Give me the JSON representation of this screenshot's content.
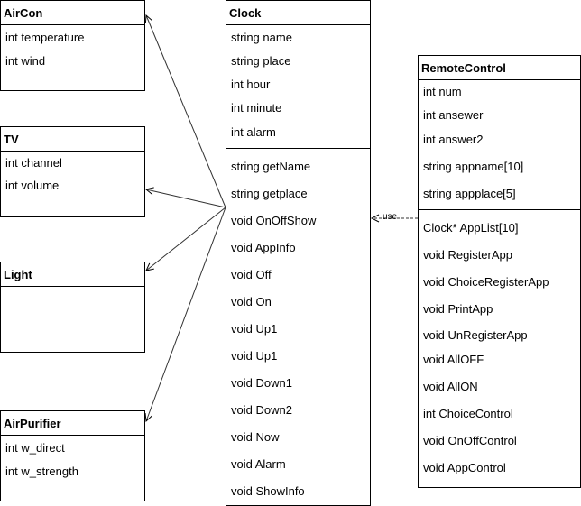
{
  "classes": {
    "aircon": {
      "name": "AirCon",
      "attributes": [
        "int temperature",
        "int wind"
      ],
      "methods": []
    },
    "tv": {
      "name": "TV",
      "attributes": [
        "int channel",
        "int volume"
      ],
      "methods": []
    },
    "light": {
      "name": "Light",
      "attributes": [],
      "methods": []
    },
    "airpurifier": {
      "name": "AirPurifier",
      "attributes": [
        "int w_direct",
        "int w_strength"
      ],
      "methods": []
    },
    "clock": {
      "name": "Clock",
      "attributes": [
        "string name",
        "string place",
        "int hour",
        "int minute",
        "int alarm"
      ],
      "methods": [
        "string getName",
        "string getplace",
        "void OnOffShow",
        "void AppInfo",
        "void Off",
        "void On",
        "void Up1",
        "void Up1",
        "void Down1",
        "void Down2",
        "void Now",
        "void Alarm",
        "void ShowInfo"
      ]
    },
    "remotecontrol": {
      "name": "RemoteControl",
      "attributes": [
        "int num",
        "int ansewer",
        "int answer2",
        "string appname[10]",
        "string appplace[5]"
      ],
      "methods": [
        "Clock* AppList[10]",
        "void RegisterApp",
        "void ChoiceRegisterApp",
        "void PrintApp",
        "void UnRegisterApp",
        "void AllOFF",
        "void AllON",
        "int ChoiceControl",
        "void OnOffControl",
        "void AppControl"
      ]
    }
  },
  "connectors": {
    "use_label": "use"
  }
}
